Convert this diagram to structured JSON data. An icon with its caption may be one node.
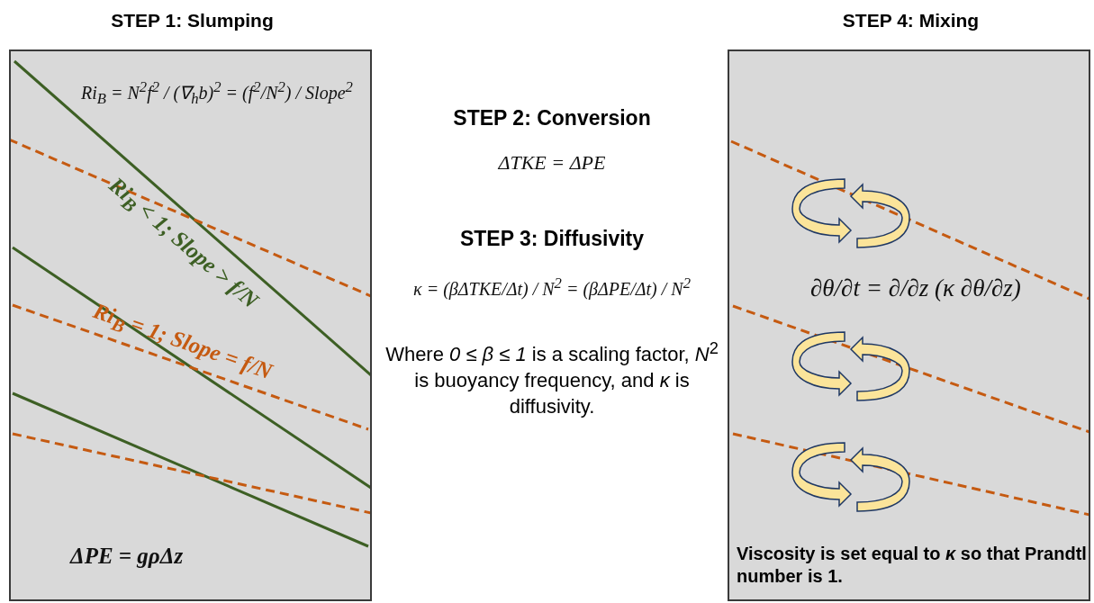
{
  "diagram": {
    "nodes": [
      {
        "text": [
          "STEP 1: Slumping",
          "Ri$_{B}$ = N$^{2}$f$^{2}$ / (∇$_{h}$b)$^{2}$ = (f$^{2}$/N$^{2}$) / Slope$^{2}$",
          "Ri$_{B}$ < 1; Slope > f/N",
          "Ri$_{B}$ = 1; Slope = f/N",
          "ΔPE = gρΔz"
        ]
      },
      {
        "text": [
          "STEP 4: Mixing",
          "∂θ/∂t = ∂/∂z (κ ∂θ/∂z)",
          "Viscosity is set equal to *κ* so that Prandtl number is 1."
        ]
      }
    ],
    "labels": [
      "STEP 2: Conversion",
      "ΔTKE = ΔPE",
      "STEP 3: Diffusivity",
      "κ = (βΔTKE/Δt) / N$^{2}$ = (βΔPE/Δt) / N$^{2}$",
      "Where *0 ≤ β ≤ 1* is a scaling factor, *N*$^{2}$ is buoyancy frequency, and *κ* is diffusivity."
    ]
  }
}
